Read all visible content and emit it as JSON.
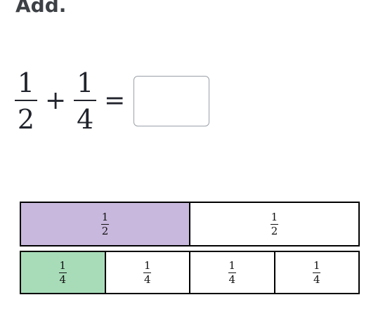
{
  "instruction": "Add.",
  "equation": {
    "left": {
      "numerator": "1",
      "denominator": "2"
    },
    "operator": "+",
    "right": {
      "numerator": "1",
      "denominator": "4"
    },
    "equals": "=",
    "answer_value": ""
  },
  "model": {
    "halves": [
      {
        "numerator": "1",
        "denominator": "2",
        "shaded": true,
        "color": "#c9b8dd"
      },
      {
        "numerator": "1",
        "denominator": "2",
        "shaded": false,
        "color": "#ffffff"
      }
    ],
    "quarters": [
      {
        "numerator": "1",
        "denominator": "4",
        "shaded": true,
        "color": "#a8dcb9"
      },
      {
        "numerator": "1",
        "denominator": "4",
        "shaded": false,
        "color": "#ffffff"
      },
      {
        "numerator": "1",
        "denominator": "4",
        "shaded": false,
        "color": "#ffffff"
      },
      {
        "numerator": "1",
        "denominator": "4",
        "shaded": false,
        "color": "#ffffff"
      }
    ]
  }
}
